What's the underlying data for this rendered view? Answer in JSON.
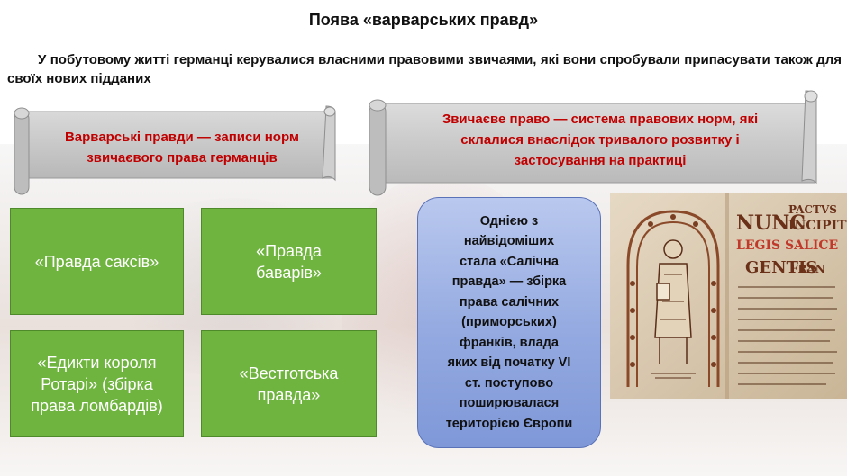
{
  "slide": {
    "title": "Поява «варварських правд»",
    "intro": "У побутовому житті германці керувалися власними правовими звичаями, які вони спробували припасувати також для своїх нових підданих"
  },
  "scrolls": {
    "left": {
      "lines": [
        "Варварські правди — записи норм",
        "звичаєвого права германців"
      ]
    },
    "right": {
      "lines": [
        "Звичаєве право — система правових норм, які",
        "склалися внаслідок тривалого розвитку і",
        "застосування на практиці"
      ]
    }
  },
  "codes": [
    {
      "lines": [
        "«Правда саксів»"
      ]
    },
    {
      "lines": [
        "«Правда",
        "баварів»"
      ]
    },
    {
      "lines": [
        "«Едикти короля",
        "Ротарі» (збірка",
        "права ломбардів)"
      ]
    },
    {
      "lines": [
        "«Вестготська",
        "правда»"
      ]
    }
  ],
  "salic_card": {
    "lines": [
      "Однією з",
      "найвідоміших",
      "стала «Салічна",
      "правда» — збірка",
      "права салічних",
      "(приморських)",
      "франків, влада",
      "яких від початку VI",
      "ст. поступово",
      "поширювалася",
      "територією Європи"
    ]
  },
  "colors": {
    "scroll_text": "#c00000",
    "green_box": "#6fb43f",
    "blue_card": "#93a9e0"
  },
  "manuscript": {
    "icon": "manuscript-illustration",
    "inscription": [
      "NUNC",
      "INCIPIT",
      "PACTVS",
      "LEGIS SALICE",
      "GENTIS",
      "FRAN"
    ]
  }
}
